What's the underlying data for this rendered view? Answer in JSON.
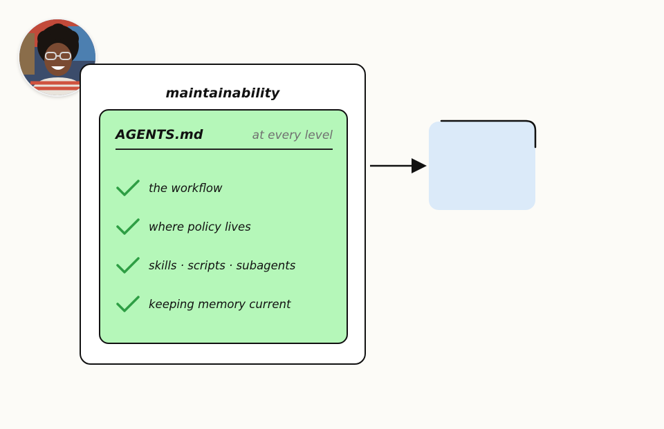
{
  "diagram": {
    "outer_title": "maintainability",
    "card": {
      "title": "AGENTS.md",
      "subtitle": "at every level",
      "items": [
        "the workflow",
        "where policy lives",
        "skills · scripts · subagents",
        "keeping memory current"
      ]
    }
  },
  "colors": {
    "card_fill": "#b5f7b9",
    "check_green": "#2e9e44",
    "target_fill": "#dbeaf9",
    "outline": "#111111"
  },
  "icons": {
    "avatar": "presenter-avatar",
    "check": "checkmark-icon",
    "arrow": "arrow-right-icon"
  }
}
